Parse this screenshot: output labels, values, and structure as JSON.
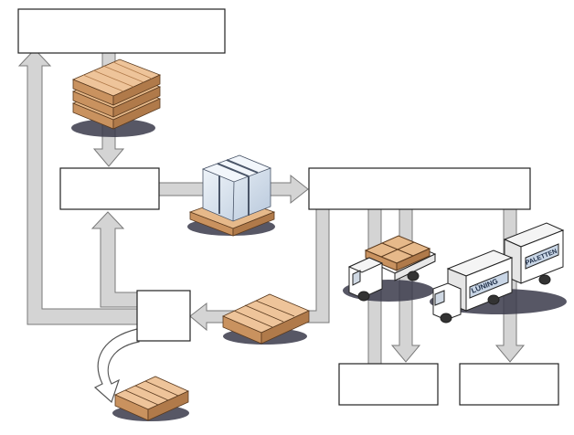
{
  "diagram": {
    "title": "",
    "boxes": [
      {
        "id": "top-left",
        "label": ""
      },
      {
        "id": "middle-left",
        "label": ""
      },
      {
        "id": "middle-right",
        "label": ""
      },
      {
        "id": "small-center",
        "label": ""
      },
      {
        "id": "bottom-center",
        "label": ""
      },
      {
        "id": "bottom-right",
        "label": ""
      }
    ],
    "truck_signs": [
      "LÜNING",
      "PALETTEN"
    ],
    "colors": {
      "arrow_fill": "#d4d4d4",
      "arrow_stroke": "#7a7a7a",
      "box_stroke": "#222222",
      "wood": "#e6b98a",
      "wood_dark": "#c9925f",
      "wrap": "#dfe8f3",
      "truck_white": "#ffffff",
      "shadow": "#3a3a4a"
    }
  }
}
